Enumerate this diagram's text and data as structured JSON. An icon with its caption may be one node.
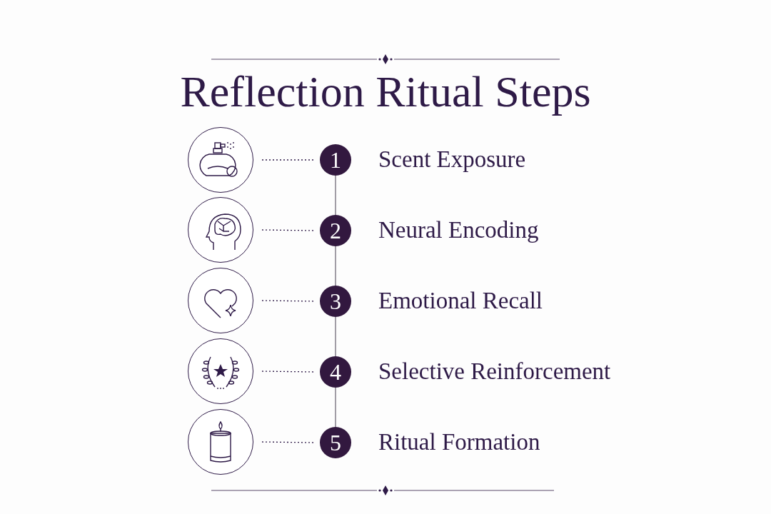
{
  "diagram": {
    "title": "Reflection Ritual Steps",
    "nodes": [
      {
        "text": [],
        "shape": "circle"
      },
      {
        "text": [],
        "shape": "circle"
      },
      {
        "text": [],
        "shape": "circle"
      },
      {
        "text": [],
        "shape": "circle"
      },
      {
        "text": [],
        "shape": "circle"
      },
      {
        "text": [
          "1"
        ],
        "beside": [
          "Scent Exposure"
        ]
      },
      {
        "text": [
          "2"
        ],
        "beside": [
          "Neural Encoding"
        ]
      },
      {
        "text": [
          "3"
        ],
        "beside": [
          "Emotional Recall"
        ]
      },
      {
        "text": [
          "4"
        ],
        "beside": [
          "Selective Reinforcement"
        ]
      },
      {
        "text": [
          "5"
        ],
        "beside": [
          "Ritual Formation"
        ]
      }
    ],
    "edges": [
      {
        "from": 0,
        "to": 5,
        "arrow": "none",
        "style": "dashed"
      },
      {
        "from": 1,
        "to": 6,
        "arrow": "none",
        "style": "dashed"
      },
      {
        "from": 2,
        "to": 7,
        "arrow": "none",
        "style": "dashed"
      },
      {
        "from": 3,
        "to": 8,
        "arrow": "none",
        "style": "dashed"
      },
      {
        "from": 4,
        "to": 9,
        "arrow": "none",
        "style": "dashed"
      },
      {
        "from": 5,
        "to": 6,
        "arrow": "none",
        "color": "#8a8590"
      },
      {
        "from": 6,
        "to": 7,
        "arrow": "none",
        "color": "#8a8590"
      },
      {
        "from": 7,
        "to": 8,
        "arrow": "none",
        "color": "#8a8590"
      },
      {
        "from": 8,
        "to": 9,
        "arrow": "none",
        "color": "#8a8590"
      }
    ]
  }
}
